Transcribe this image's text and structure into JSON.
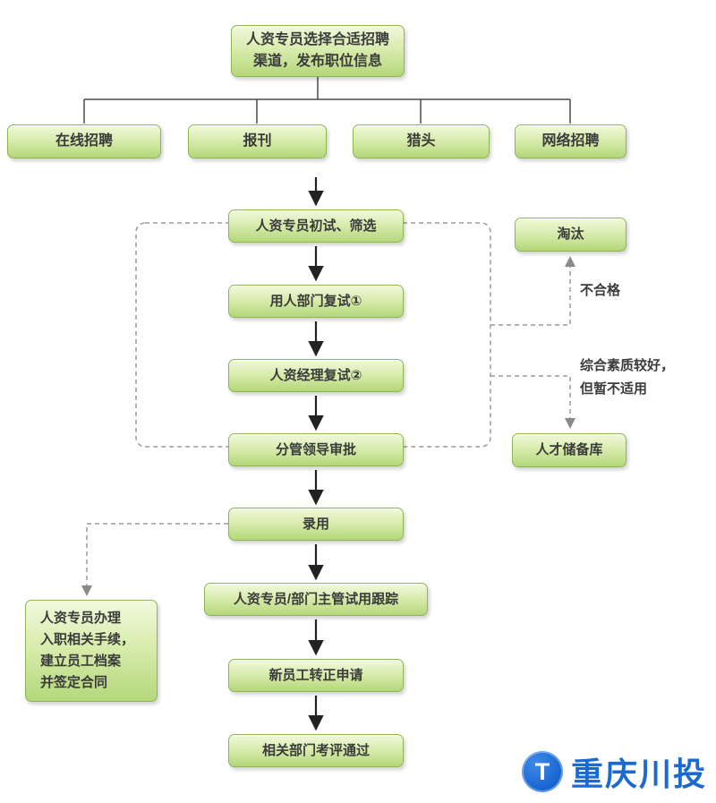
{
  "colors": {
    "box_fill_top": "#f1f9dd",
    "box_fill_bottom": "#b4d77a",
    "box_border": "#8cb553",
    "text": "#3b3b3b",
    "arrow": "#222222",
    "dashed": "#9a9a9a",
    "logo_blue": "#1a6ad1"
  },
  "nodes": {
    "source": "人资专员选择合适招聘\n渠道，发布职位信息",
    "channel_online": "在线招聘",
    "channel_press": "报刊",
    "channel_headhunter": "猎头",
    "channel_web": "网络招聘",
    "screening": "人资专员初试、筛选",
    "dept_reinterview": "用人部门复试①",
    "hr_manager_reinterview": "人资经理复试②",
    "leader_approval": "分管领导审批",
    "hire": "录用",
    "probation_tracking": "人资专员/部门主管试用跟踪",
    "regularization": "新员工转正申请",
    "evaluation": "相关部门考评通过",
    "eliminated": "淘汰",
    "talent_pool": "人才储备库",
    "onboarding": "人资专员办理\n入职相关手续，\n建立员工档案\n并签定合同"
  },
  "labels": {
    "unqualified": "不合格",
    "good_quality": "综合素质较好，\n但暂不适用"
  },
  "logo": {
    "icon_letter": "T",
    "text": "重庆川投"
  }
}
